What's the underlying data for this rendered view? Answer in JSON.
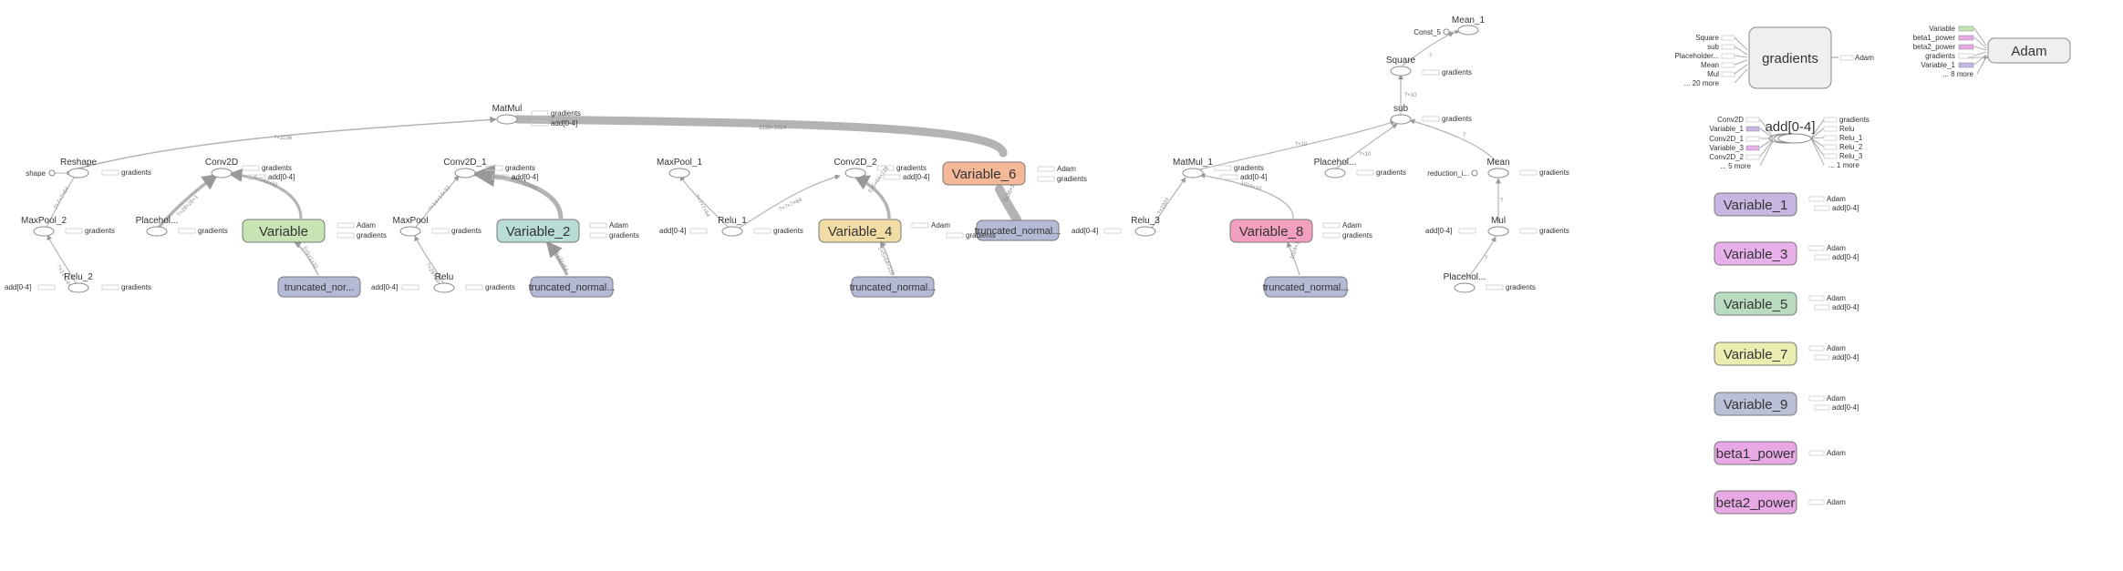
{
  "graph": {
    "ops": {
      "matmul": "MatMul",
      "reshape": "Reshape",
      "shape": "shape",
      "maxpool_2": "MaxPool_2",
      "relu_2": "Relu_2",
      "conv2d": "Conv2D",
      "placeholder_a": "Placehol...",
      "conv2d_1": "Conv2D_1",
      "maxpool": "MaxPool",
      "relu": "Relu",
      "maxpool_1": "MaxPool_1",
      "relu_1": "Relu_1",
      "conv2d_2": "Conv2D_2",
      "matmul_1": "MatMul_1",
      "relu_3": "Relu_3",
      "placeholder_b": "Placehol...",
      "sub": "sub",
      "square": "Square",
      "mean_1": "Mean_1",
      "const_5": "Const_5",
      "mean": "Mean",
      "reduction": "reduction_i...",
      "mul": "Mul",
      "placeholder_c": "Placehol..."
    },
    "variables": {
      "variable": "Variable",
      "variable_2": "Variable_2",
      "variable_4": "Variable_4",
      "variable_6": "Variable_6",
      "variable_8": "Variable_8"
    },
    "truncated": {
      "t0": "truncated_nor...",
      "t2": "truncated_normal...",
      "t4": "truncated_normal...",
      "t6": "truncated_normal...",
      "t8": "truncated_normal..."
    },
    "edge_labels": {
      "e_reshape_matmul": "?×3136",
      "e_matmul_var6": "3136×1024",
      "e_maxpool2_reshape": "?×7×7×64",
      "e_relu2_maxpool2": "?×14×14×64",
      "e_placeholder_conv": "?×28×28×1",
      "e_var_conv": "5×5×1×32",
      "e_trunc_var": "5×5×1×32",
      "e_maxpool_conv1": "?×14×14×32",
      "e_relu_maxpool": "?×28×28×32",
      "e_var2_conv1": "5×5×32×64",
      "e_trunc2_var2": "5×5×32×64",
      "e_relu1_maxpool1": "?×7×7×64",
      "e_maxpool1_conv2": "?×14×14×64",
      "e_conv2_relu1": "?×7×7×64",
      "e_var4_conv2": "5×5×64×128",
      "e_trunc4_var4": "5×5×64×128",
      "e_trunc6_var6": "3136×1024",
      "e_relu3_matmul1": "?×1024",
      "e_var8_matmul1": "1024×10",
      "e_trunc8_var8": "1024×10",
      "e_placeholder_sub": "?×10",
      "e_matmul1_sub": "?×10",
      "e_sub_square": "?×10",
      "e_square_mean1": "?",
      "e_mean_sub": "?",
      "e_mul_mean": "?",
      "e_placeholder_mul": "?"
    },
    "stubs": {
      "gradients": "gradients",
      "add_0_4": "add[0-4]",
      "adam": "Adam"
    },
    "aux": {
      "gradients_box": {
        "title": "gradients",
        "inputs": [
          "Square",
          "sub",
          "Placeholder...",
          "Mean",
          "Mul",
          "... 20 more"
        ]
      },
      "adam_box": {
        "title": "Adam",
        "inputs": [
          "Variable",
          "beta1_power",
          "beta2_power",
          "gradients",
          "Variable_1",
          "... 8 more"
        ]
      },
      "add_box": {
        "title": "add[0-4]",
        "inputs": [
          "Conv2D",
          "Variable_1",
          "Conv2D_1",
          "Variable_3",
          "Conv2D_2",
          "... 5 more"
        ],
        "outputs": [
          "gradients",
          "Relu",
          "Relu_1",
          "Relu_2",
          "Relu_3",
          "... 1 more"
        ]
      },
      "variables": [
        "Variable_1",
        "Variable_3",
        "Variable_5",
        "Variable_7",
        "Variable_9",
        "beta1_power",
        "beta2_power"
      ]
    },
    "colors": {
      "variable": "#c6e4b4",
      "variable_2": "#b9dcd6",
      "variable_4": "#f2dca6",
      "variable_6": "#f4b798",
      "variable_8": "#f3a0c0",
      "truncated": "#b4b9d6",
      "variable_1": "#c8b6e2",
      "variable_3": "#e8b0ea",
      "variable_5": "#b9dcc0",
      "variable_7": "#ecedb0",
      "variable_9": "#b9c0d8",
      "beta1_power": "#e8a8e6",
      "beta2_power": "#e8a8e6",
      "aux_box": "#efefef",
      "edge": "#b3b3b3"
    }
  }
}
